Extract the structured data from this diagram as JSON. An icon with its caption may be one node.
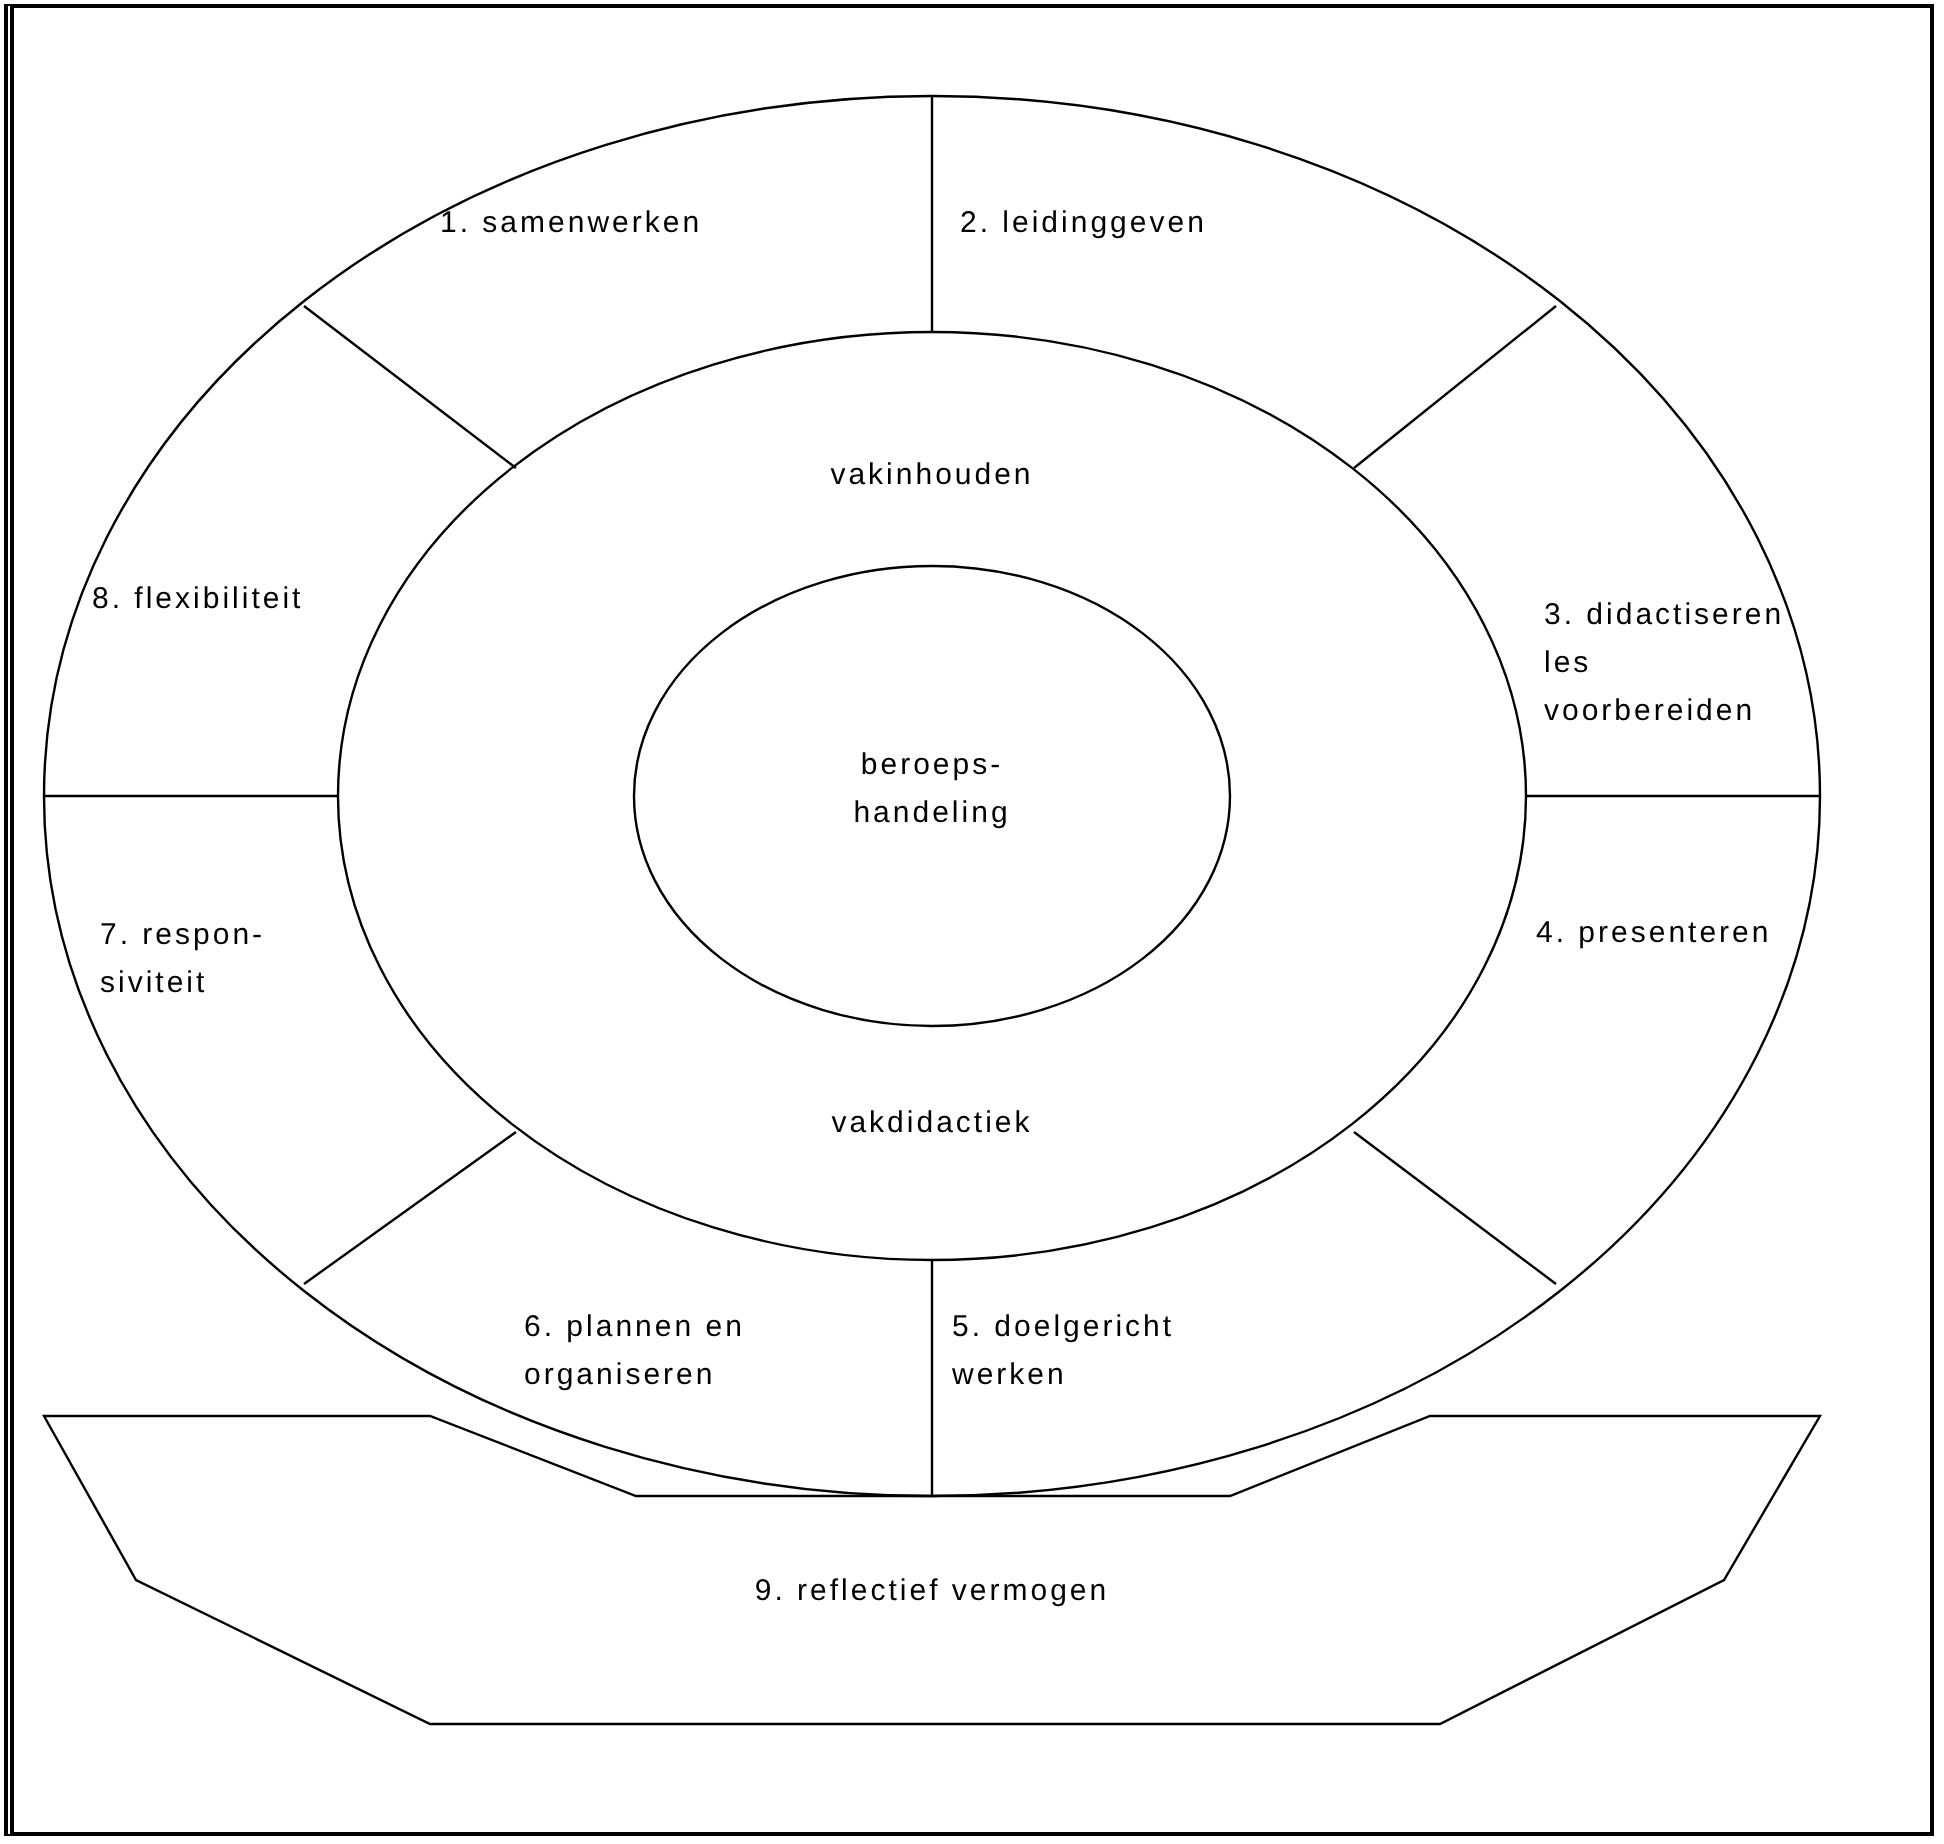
{
  "diagram": {
    "nodes": [
      {
        "text": [
          "1. samenwerken"
        ]
      },
      {
        "text": [
          "2. leidinggeven"
        ]
      },
      {
        "text": [
          "3. didactiseren les voorbereiden"
        ]
      },
      {
        "text": [
          "4. presenteren"
        ]
      },
      {
        "text": [
          "5. doelgericht werken"
        ]
      },
      {
        "text": [
          "6. plannen en organiseren"
        ]
      },
      {
        "text": [
          "7. respon- siviteit"
        ]
      },
      {
        "text": [
          "8. flexibiliteit"
        ]
      },
      {
        "text": [
          "vakinhouden",
          "vakdidactiek"
        ]
      },
      {
        "text": [
          "beroeps- handeling"
        ],
        "in": 8
      },
      {
        "text": [
          "9. reflectief vermogen"
        ]
      }
    ]
  }
}
